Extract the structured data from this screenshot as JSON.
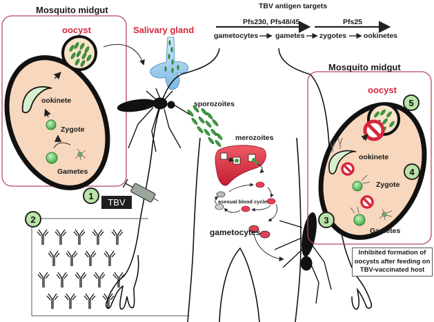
{
  "header": {
    "antigen_title": "TBV antigen targets",
    "antigen_group_1": "Pfs230, Pfs48/45",
    "antigen_group_2": "Pfs25",
    "stages": [
      "gametocytes",
      "gametes",
      "zygotes",
      "ookinetes"
    ]
  },
  "left_midgut": {
    "title": "Mosquito midgut",
    "oocyst_label": "oocyst",
    "ookinete_label": "ookinete",
    "zygote_label": "Zygote",
    "gametes_label": "Gametes"
  },
  "salivary_gland": {
    "label": "Salivary gland"
  },
  "human_host": {
    "sporozoites_label": "sporozoites",
    "merozoites_label": "merozoites",
    "blood_cycle_label": "asexual blood cycle",
    "gametocytes_label": "gametocytes"
  },
  "vaccine": {
    "label": "TBV"
  },
  "right_midgut": {
    "title": "Mosquito midgut",
    "oocyst_label": "oocyst",
    "ookinete_label": "ookinete",
    "zygote_label": "Zygote",
    "gametes_label": "Gametes"
  },
  "steps": [
    "1",
    "2",
    "3",
    "4",
    "5"
  ],
  "note": {
    "lines": [
      "Inhibited formation of",
      "oocysts after feeding on",
      "TBV-vaccinated host"
    ]
  },
  "colors": {
    "accent_red": "#d7263d",
    "midgut_fill": "#f7d7bd",
    "parasite_green": "#5cbf5a",
    "badge_green": "#b9e3a8",
    "liver_red": "#d8293a",
    "gland_blue": "#8ec5ea",
    "box_border": "#b5475e"
  }
}
